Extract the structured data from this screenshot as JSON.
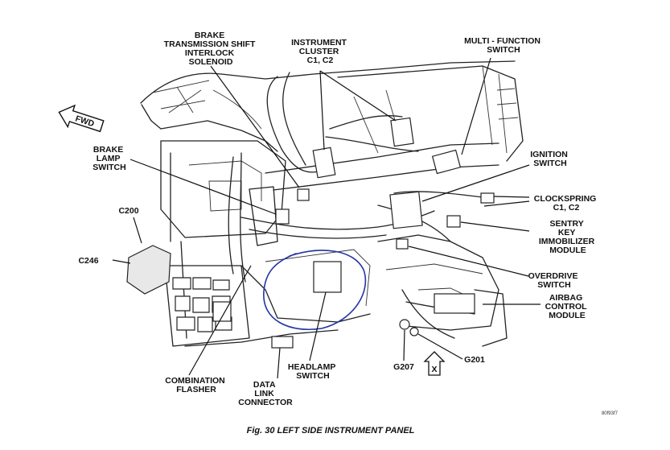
{
  "labels": {
    "brake_tsi": [
      "BRAKE",
      "TRANSMISSION SHIFT",
      "INTERLOCK",
      "SOLENOID"
    ],
    "instrument_cluster": [
      "INSTRUMENT",
      "CLUSTER",
      "C1, C2"
    ],
    "multi_function": [
      "MULTI - FUNCTION",
      "SWITCH"
    ],
    "brake_lamp": [
      "BRAKE",
      "LAMP",
      "SWITCH"
    ],
    "ignition": [
      "IGNITION",
      "SWITCH"
    ],
    "clockspring": [
      "CLOCKSPRING",
      "C1, C2"
    ],
    "sentry": [
      "SENTRY",
      "KEY",
      "IMMOBILIZER",
      "MODULE"
    ],
    "c200": "C200",
    "c246": "C246",
    "overdrive": [
      "OVERDRIVE",
      "SWITCH"
    ],
    "airbag": [
      "AIRBAG",
      "CONTROL",
      "MODULE"
    ],
    "g207": "G207",
    "g201": "G201",
    "combination_flasher": [
      "COMBINATION",
      "FLASHER"
    ],
    "data_link": [
      "DATA",
      "LINK",
      "CONNECTOR"
    ],
    "headlamp": [
      "HEADLAMP",
      "SWITCH"
    ]
  },
  "fwd": "FWD",
  "x_marker": "X",
  "ref_code": "80f93f7",
  "caption": "Fig. 30 LEFT SIDE INSTRUMENT PANEL",
  "colors": {
    "ink": "#111111",
    "handdrawn_circle": "#2333a6",
    "background": "#ffffff"
  }
}
